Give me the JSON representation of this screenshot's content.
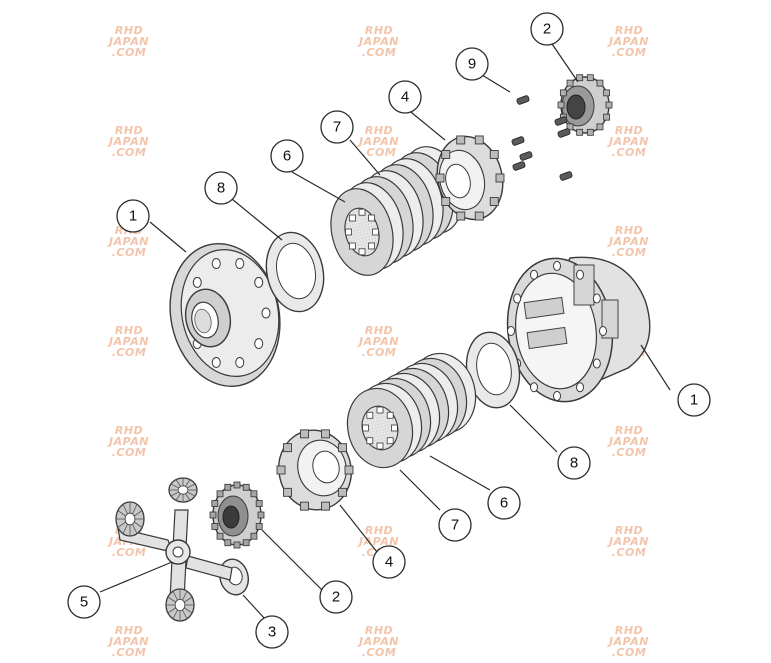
{
  "watermark": {
    "lines": [
      "RHD",
      "JAPAN",
      ".COM"
    ],
    "color": "#f2ba9b"
  },
  "colors": {
    "line": "#3a3a3a",
    "fill_light": "#ececec",
    "fill_mid": "#d2d2d2",
    "fill_dark": "#9a9a9a"
  },
  "callouts": {
    "c1a": "1",
    "c1b": "1",
    "c2a": "2",
    "c2b": "2",
    "c3": "3",
    "c4a": "4",
    "c4b": "4",
    "c5": "5",
    "c6a": "6",
    "c6b": "6",
    "c7a": "7",
    "c7b": "7",
    "c8a": "8",
    "c8b": "8",
    "c9": "9"
  }
}
